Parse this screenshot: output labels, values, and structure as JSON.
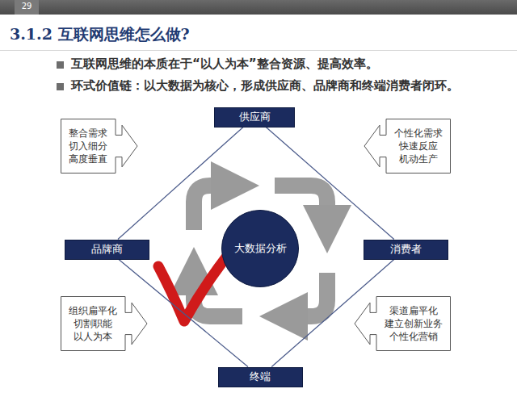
{
  "diagram": {
    "title": "3.1.2 互联网思维怎么做?",
    "nodes": [
      {
        "text": [
          "供应商"
        ]
      },
      {
        "text": [
          "整合需求 切入细分 高度垂直"
        ]
      },
      {
        "text": [
          "个性化需求 快速反应 机动生产"
        ]
      },
      {
        "text": [
          "品牌商"
        ]
      },
      {
        "text": [
          "大数据分析"
        ]
      },
      {
        "text": [
          "消费者"
        ]
      },
      {
        "text": [
          "组织扁平化 切割职能 以人为本"
        ]
      },
      {
        "text": [
          "渠道扁平化 建立创新业务 个性化营销"
        ]
      },
      {
        "text": [
          "终端"
        ]
      }
    ],
    "edges": [
      {
        "from": 3,
        "to": 0,
        "arrow": "none"
      },
      {
        "from": 0,
        "to": 5,
        "arrow": "none"
      },
      {
        "from": 5,
        "to": 8,
        "arrow": "none"
      },
      {
        "from": 8,
        "to": 3,
        "arrow": "none"
      }
    ],
    "labels": [
      "29",
      "互联网思维的本质在于“以人为本”整合资源、提高效率。",
      "环式价值链：以大数据为核心，形成供应商、品牌商和终端消费者闭环。"
    ]
  }
}
